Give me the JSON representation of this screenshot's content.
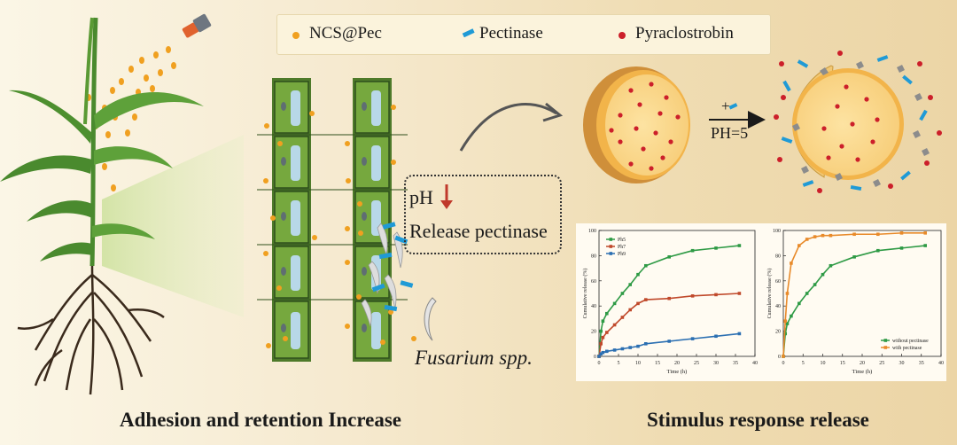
{
  "legend": {
    "ncs_label": "NCS@Pec",
    "pectinase_label": "Pectinase",
    "pyraclostrobin_label": "Pyraclostrobin"
  },
  "colors": {
    "ncs": "#f0a020",
    "pectinase": "#1f9ad6",
    "pyraclostrobin": "#cc1f2a",
    "cell_green": "#6f9e3a",
    "arrow_red": "#c0392b"
  },
  "annotations": {
    "ph_text": "pH",
    "release_text": "Release pectinase",
    "fungus_text": "Fusarium spp.",
    "plus_sign": "+",
    "reaction_condition": "PH=5"
  },
  "captions": {
    "left": "Adhesion and retention Increase",
    "right": "Stimulus response release"
  },
  "chart_data": [
    {
      "type": "line",
      "xlabel": "Time (h)",
      "ylabel": "Cumulative release (%)",
      "xlim": [
        0,
        40
      ],
      "ylim": [
        0,
        100
      ],
      "xticks": [
        "0",
        "5",
        "10",
        "15",
        "20",
        "25",
        "30",
        "35",
        "40"
      ],
      "yticks": [
        "0",
        "20",
        "40",
        "60",
        "80",
        "100"
      ],
      "legend_position": "top-left",
      "series": [
        {
          "name": "Ph5",
          "color": "#2e9a45",
          "x": [
            0,
            0.5,
            1,
            2,
            4,
            6,
            8,
            10,
            12,
            18,
            24,
            30,
            36
          ],
          "y": [
            0,
            20,
            28,
            34,
            42,
            50,
            57,
            65,
            72,
            79,
            84,
            86,
            88
          ]
        },
        {
          "name": "Ph7",
          "color": "#c0492b",
          "x": [
            0,
            0.5,
            1,
            2,
            4,
            6,
            8,
            10,
            12,
            18,
            24,
            30,
            36
          ],
          "y": [
            0,
            10,
            15,
            19,
            25,
            31,
            37,
            42,
            45,
            46,
            48,
            49,
            50
          ]
        },
        {
          "name": "Ph9",
          "color": "#2b6fb2",
          "x": [
            0,
            0.5,
            1,
            2,
            4,
            6,
            8,
            10,
            12,
            18,
            24,
            30,
            36
          ],
          "y": [
            0,
            2,
            3,
            4,
            5,
            6,
            7,
            8,
            10,
            12,
            14,
            16,
            18
          ]
        }
      ]
    },
    {
      "type": "line",
      "xlabel": "Time (h)",
      "ylabel": "Cumulative release (%)",
      "xlim": [
        0,
        40
      ],
      "ylim": [
        0,
        100
      ],
      "xticks": [
        "0",
        "5",
        "10",
        "15",
        "20",
        "25",
        "30",
        "35",
        "40"
      ],
      "yticks": [
        "0",
        "20",
        "40",
        "60",
        "80",
        "100"
      ],
      "legend_position": "bottom-right",
      "series": [
        {
          "name": "without pectinase",
          "color": "#2e9a45",
          "x": [
            0,
            0.5,
            1,
            2,
            4,
            6,
            8,
            10,
            12,
            18,
            24,
            30,
            36
          ],
          "y": [
            0,
            18,
            26,
            32,
            42,
            50,
            57,
            65,
            72,
            79,
            84,
            86,
            88
          ]
        },
        {
          "name": "with pectinase",
          "color": "#e88a2a",
          "x": [
            0,
            0.5,
            1,
            2,
            4,
            6,
            8,
            10,
            12,
            18,
            24,
            30,
            36
          ],
          "y": [
            0,
            28,
            50,
            74,
            88,
            93,
            95,
            96,
            96,
            97,
            97,
            98,
            98
          ]
        }
      ]
    }
  ]
}
